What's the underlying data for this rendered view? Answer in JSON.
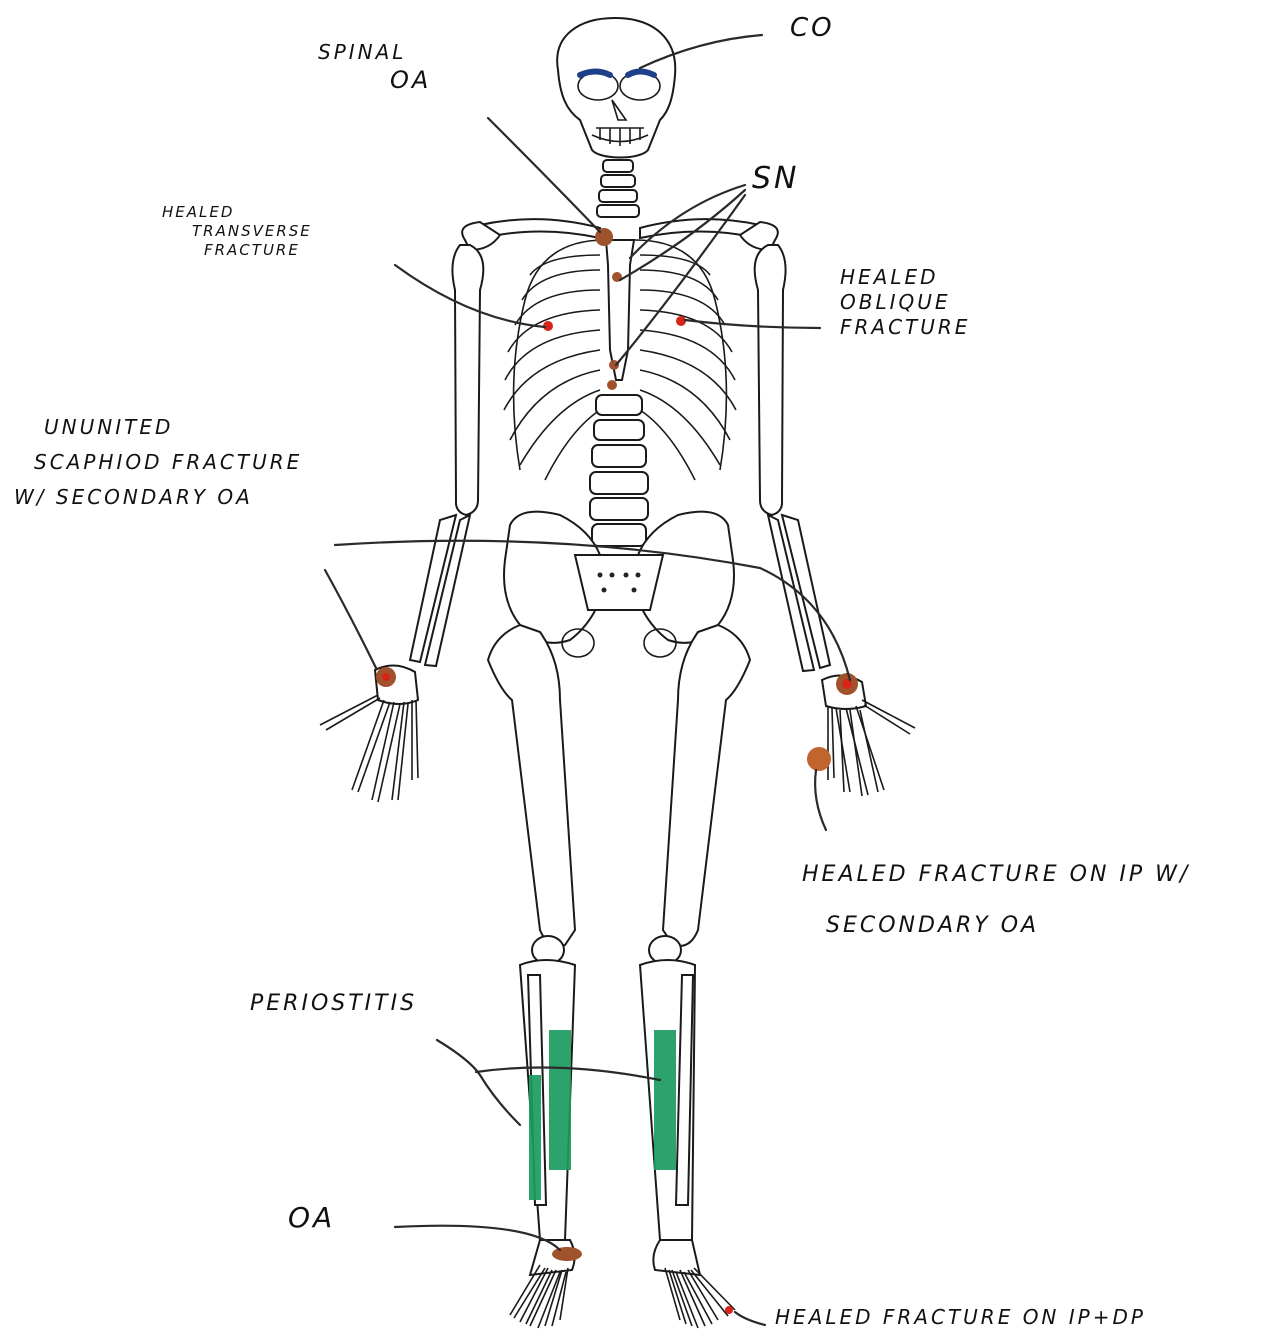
{
  "labels": {
    "co": "CO",
    "spinal_oa_1": "SPINAL",
    "spinal_oa_2": "OA",
    "sn": "SN",
    "healed_transverse_1": "HEALED",
    "healed_transverse_2": "TRANSVERSE",
    "healed_transverse_3": "FRACTURE",
    "healed_oblique_1": "HEALED",
    "healed_oblique_2": "OBLIQUE",
    "healed_oblique_3": "FRACTURE",
    "ununited_1": "UNUNITED",
    "ununited_2": "SCAPHIOD FRACTURE",
    "ununited_3": "W/ SECONDARY  OA",
    "healed_ip_1": "HEALED FRACTURE  ON  IP W/",
    "healed_ip_2": "SECONDARY    OA",
    "periostitis": "PERIOSTITIS",
    "ankle_oa": "OA",
    "healed_ip_dp": "HEALED  FRACTURE ON  IP+DP"
  },
  "colors": {
    "lesion_brown": "#a0522d",
    "fracture_red": "#d62418",
    "periostitis_green": "#1a9a60",
    "co_blue": "#1e3f8a",
    "line": "#1a1a1a"
  }
}
